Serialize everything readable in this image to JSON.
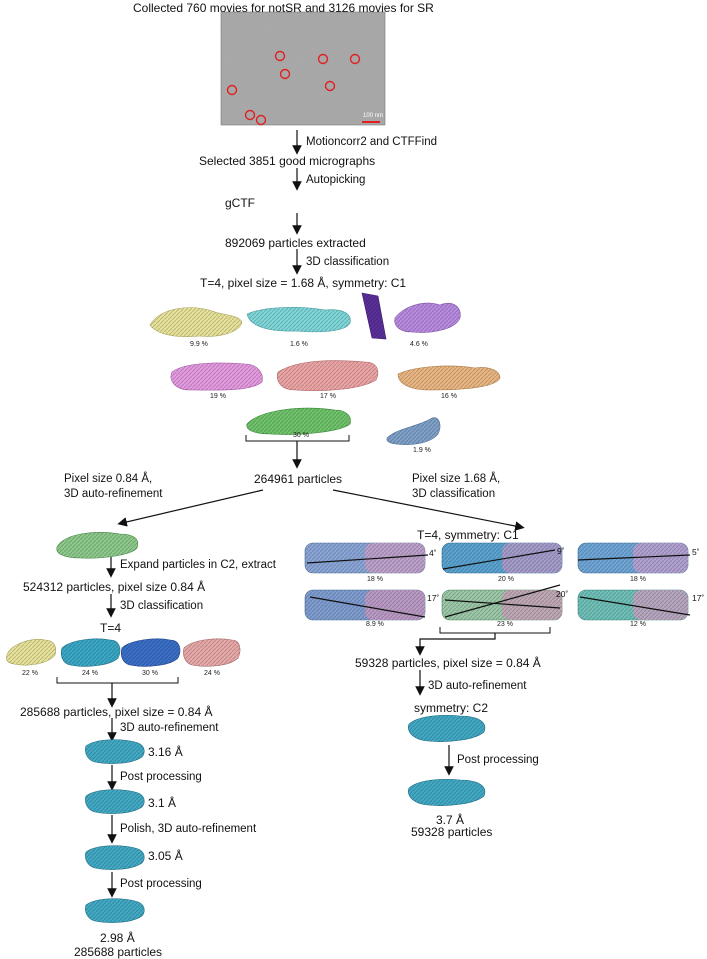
{
  "header": {
    "title": "Collected 760 movies for notSR and 3126 movies  for SR"
  },
  "micrograph": {
    "scalebar_label": "100 nm"
  },
  "top_flow": {
    "step_motioncorr": "Motioncorr2 and CTFFind",
    "selected": "Selected 3851 good micrographs",
    "step_autopicking": "Autopicking",
    "gctf": "gCTF",
    "extracted": "892069 particles extracted",
    "step_3dclass": "3D classification",
    "class_params": "T=4, pixel size = 1.68 Å, symmetry: C1",
    "percentages": [
      "9.9 %",
      "1.6 %",
      "4.6 %",
      "19 %",
      "17 %",
      "16 %",
      "30 %",
      "1.9 %"
    ],
    "selected_particles": "264961 particles"
  },
  "left_branch": {
    "label_line1": "Pixel size 0.84 Å,",
    "label_line2": "3D auto-refinement",
    "step_expand": "Expand particles in C2, extract",
    "expanded": "524312 particles, pixel size 0.84 Å",
    "step_3dclass": "3D classification",
    "t4": "T=4",
    "percentages": [
      "22 %",
      "24 %",
      "30 %",
      "24 %"
    ],
    "selected": "285688 particles, pixel size = 0.84 Å",
    "step_refine": "3D auto-refinement",
    "res1": "3.16 Å",
    "step_post1": "Post processing",
    "res2": "3.1 Å",
    "step_polish": "Polish, 3D auto-refinement",
    "res3": "3.05 Å",
    "step_post2": "Post processing",
    "final_res": "2.98 Å",
    "final_particles": "285688  particles"
  },
  "right_branch": {
    "label_line1": "Pixel size 1.68 Å,",
    "label_line2": "3D classification",
    "class_params": "T=4, symmetry: C1",
    "angles": [
      "4˚",
      "9˚",
      "5˚",
      "17˚",
      "20˚",
      "17˚"
    ],
    "percentages": [
      "18 %",
      "20 %",
      "18 %",
      "8.9 %",
      "23 %",
      "12 %"
    ],
    "selected": "59328 particles, pixel size = 0.84 Å",
    "step_refine": "3D auto-refinement",
    "symmetry": "symmetry: C2",
    "step_post": "Post processing",
    "final_res": "3.7 Å",
    "final_particles": "59328 particles"
  },
  "colors": {
    "yellow": "#e6e29a",
    "cyan": "#7fd6d8",
    "purple": "#8a55c8",
    "lavender": "#b88ae0",
    "pink": "#e49ae0",
    "salmon": "#eba4a4",
    "tan": "#e9b683",
    "green": "#6fc36a",
    "steel": "#7fa0c8",
    "teal": "#3aa7c5",
    "blue": "#3a6fc7",
    "rose": "#e7a8a8",
    "circle": "#e02020"
  }
}
